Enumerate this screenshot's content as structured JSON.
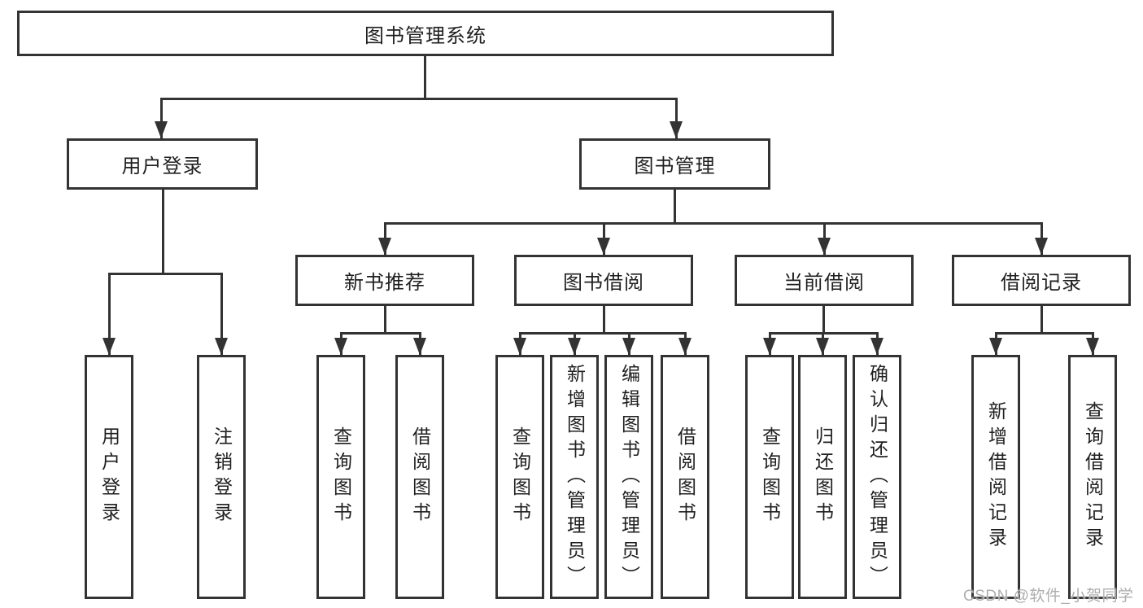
{
  "diagram": {
    "root": {
      "label": "图书管理系统"
    },
    "branches": [
      {
        "label": "用户登录",
        "children": [
          "用户登录",
          "注销登录"
        ]
      },
      {
        "label": "图书管理",
        "children": [
          {
            "label": "新书推荐",
            "children": [
              "查询图书",
              "借阅图书"
            ]
          },
          {
            "label": "图书借阅",
            "children": [
              "查询图书",
              "新增图书（管理员）",
              "编辑图书（管理员）",
              "借阅图书"
            ]
          },
          {
            "label": "当前借阅",
            "children": [
              "查询图书",
              "归还图书",
              "确认归还（管理员）"
            ]
          },
          {
            "label": "借阅记录",
            "children": [
              "新增借阅记录",
              "查询借阅记录"
            ]
          }
        ]
      }
    ]
  },
  "watermark": {
    "text": "CSDN @软件_小贺同学"
  },
  "colors": {
    "line": "#333333",
    "text": "#1f1f1f",
    "background": "#ffffff",
    "watermark": "#aeaeae"
  }
}
